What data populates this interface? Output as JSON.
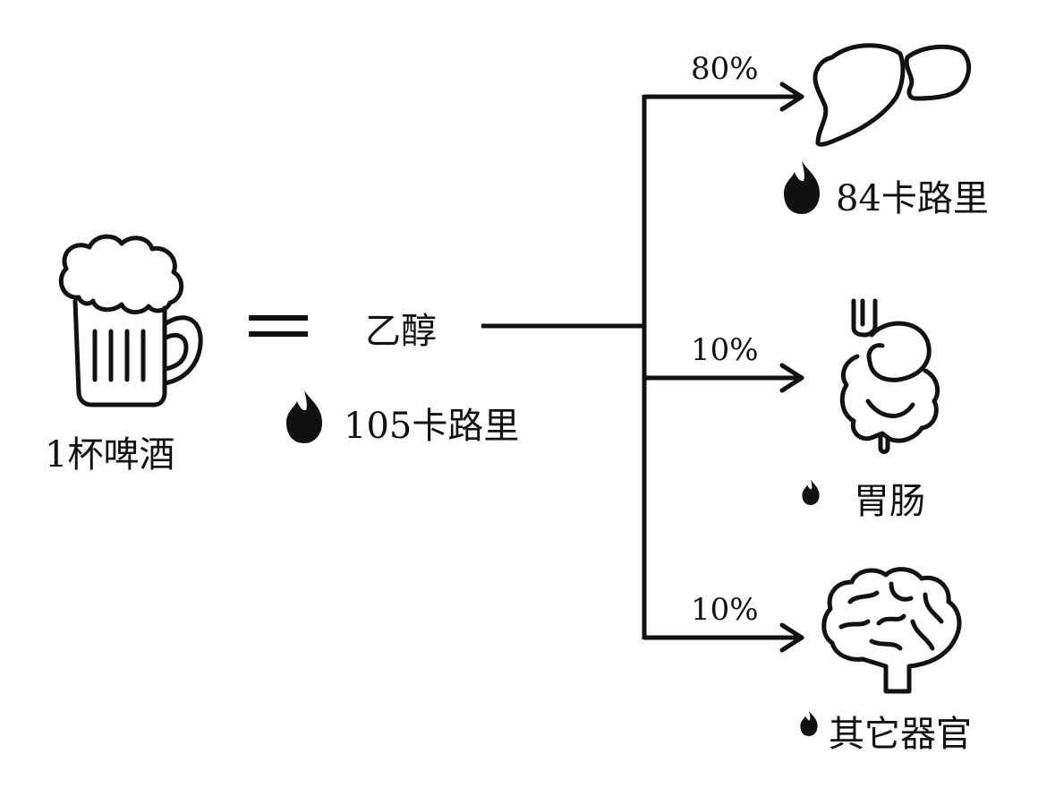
{
  "source": {
    "label": "1杯啤酒",
    "icon": "beer-mug-icon"
  },
  "equals_sign": "=",
  "substance": {
    "label": "乙醇",
    "calories": "105卡路里",
    "flame_icon": "flame-icon"
  },
  "branches": [
    {
      "percent": "80%",
      "organ_icon": "liver-icon",
      "label": "84卡路里"
    },
    {
      "percent": "10%",
      "organ_icon": "stomach-intestine-icon",
      "label": "胃肠"
    },
    {
      "percent": "10%",
      "organ_icon": "brain-icon",
      "label": "其它器官"
    }
  ],
  "colors": {
    "line": "#111111",
    "background": "#ffffff"
  }
}
